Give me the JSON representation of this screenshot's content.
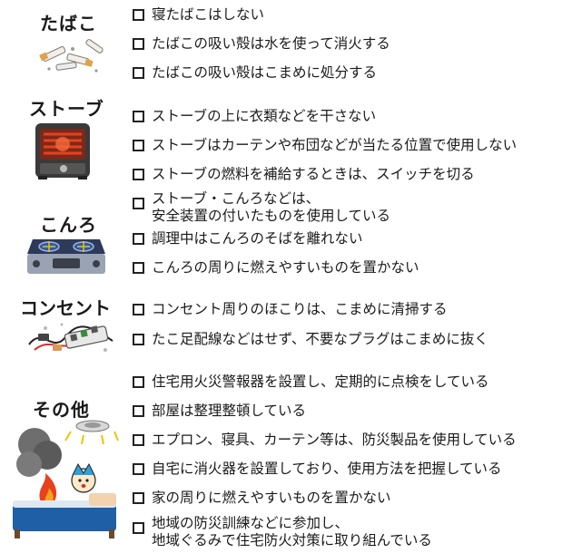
{
  "categories": {
    "tobacco": {
      "label": "たばこ",
      "items": [
        {
          "text": "寝たばこはしない"
        },
        {
          "text": "たばこの吸い殻は水を使って消火する"
        },
        {
          "text": "たばこの吸い殻はこまめに処分する"
        }
      ]
    },
    "stove": {
      "label": "ストーブ",
      "items": [
        {
          "text": "ストーブの上に衣類などを干さない"
        },
        {
          "text": "ストーブはカーテンや布団などが当たる位置で使用しない"
        },
        {
          "text": "ストーブの燃料を補給するときは、スイッチを切る"
        },
        {
          "line1": "ストーブ・こんろなどは、",
          "line2": "安全装置の付いたものを使用している"
        }
      ]
    },
    "konro": {
      "label": "こんろ",
      "items": [
        {
          "text": "調理中はこんろのそばを離れない"
        },
        {
          "text": "こんろの周りに燃えやすいものを置かない"
        }
      ]
    },
    "outlet": {
      "label": "コンセント",
      "items": [
        {
          "text": "コンセント周りのほこりは、こまめに清掃する"
        },
        {
          "text": "たこ足配線などはせず、不要なプラグはこまめに抜く"
        }
      ]
    },
    "other": {
      "label": "その他",
      "items": [
        {
          "text": "住宅用火災警報器を設置し、定期的に点検をしている"
        },
        {
          "text": "部屋は整理整頓している"
        },
        {
          "text": "エプロン、寝具、カーテン等は、防災製品を使用している"
        },
        {
          "text": "自宅に消火器を設置しており、使用方法を把握している"
        },
        {
          "text": "家の周りに燃えやすいものを置かない"
        },
        {
          "line1": "地域の防災訓練などに参加し、",
          "line2": "地域ぐるみで住宅防火対策に取り組んでいる"
        }
      ]
    }
  },
  "colors": {
    "flame": "#e8411e",
    "stove_body": "#3a3a3a",
    "burner": "#2f5aa8",
    "bed": "#1f5fa6",
    "smoke": "#6e6e6e",
    "sparkle": "#f2c300"
  }
}
